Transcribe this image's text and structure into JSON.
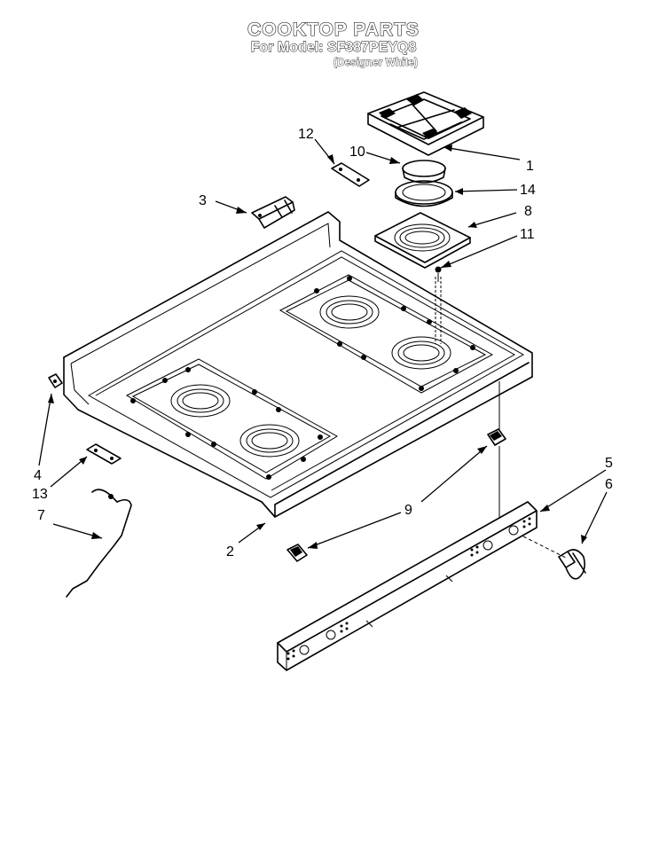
{
  "title": "COOKTOP PARTS",
  "model_line": "For Model: SF387PEYQ8",
  "color_line": "(Designer White)",
  "callouts": {
    "c1": "1",
    "c2": "2",
    "c3": "3",
    "c4": "4",
    "c5": "5",
    "c6": "6",
    "c7": "7",
    "c8": "8",
    "c9": "9",
    "c10": "10",
    "c11": "11",
    "c12": "12",
    "c13": "13",
    "c14": "14"
  }
}
